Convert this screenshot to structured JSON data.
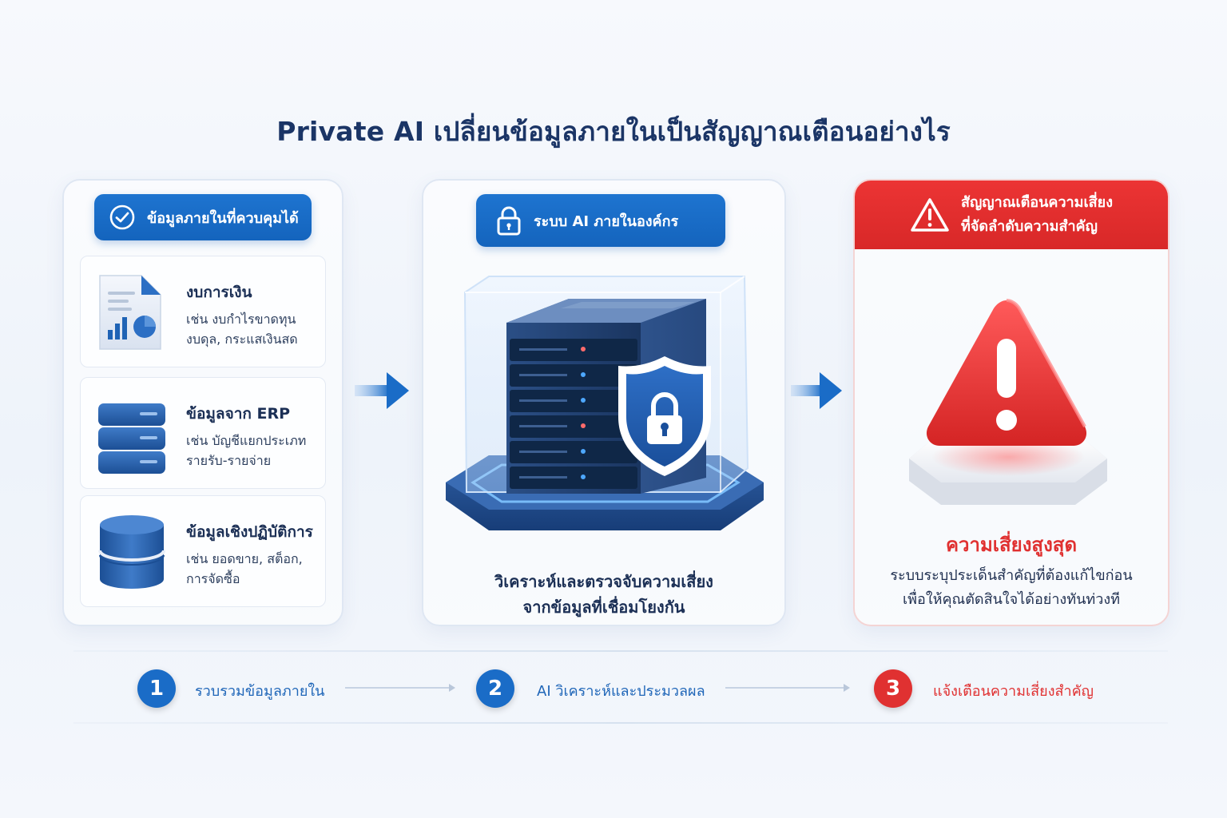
{
  "title": "Private AI เปลี่ยนข้อมูลภายในเป็นสัญญาณเตือนอย่างไร",
  "colors": {
    "primary_blue": "#1a6cc7",
    "alert_red": "#e03131",
    "title_navy": "#1b3566"
  },
  "left_panel": {
    "badge": "ข้อมูลภายในที่ควบคุมได้",
    "badge_icon": "check-circle-icon",
    "items": [
      {
        "icon": "financial-document-icon",
        "title": "งบการเงิน",
        "desc_line1": "เช่น งบกำไรขาดทุน",
        "desc_line2": "งบดุล, กระแสเงินสด"
      },
      {
        "icon": "server-stack-icon",
        "title": "ข้อมูลจาก ERP",
        "desc_line1": "เช่น บัญชีแยกประเภท",
        "desc_line2": "รายรับ-รายจ่าย"
      },
      {
        "icon": "database-icon",
        "title": "ข้อมูลเชิงปฏิบัติการ",
        "desc_line1": "เช่น ยอดขาย, สต็อก,",
        "desc_line2": "การจัดซื้อ"
      }
    ]
  },
  "middle_panel": {
    "badge": "ระบบ AI ภายในองค์กร",
    "badge_icon": "lock-icon",
    "illustration": "secure-server-shield-icon",
    "caption_line1": "วิเคราะห์และตรวจจับความเสี่ยง",
    "caption_line2": "จากข้อมูลที่เชื่อมโยงกัน"
  },
  "right_panel": {
    "header_line1": "สัญญาณเตือนความเสี่ยง",
    "header_line2": "ที่จัดลำดับความสำคัญ",
    "header_icon": "warning-triangle-icon",
    "illustration": "alert-triangle-icon",
    "risk_title": "ความเสี่ยงสูงสุด",
    "risk_desc_line1": "ระบบระบุประเด็นสำคัญที่ต้องแก้ไขก่อน",
    "risk_desc_line2": "เพื่อให้คุณตัดสินใจได้อย่างทันท่วงที"
  },
  "steps": [
    {
      "num": "1",
      "label": "รวบรวมข้อมูลภายใน"
    },
    {
      "num": "2",
      "label": "AI วิเคราะห์และประมวลผล"
    },
    {
      "num": "3",
      "label": "แจ้งเตือนความเสี่ยงสำคัญ"
    }
  ]
}
